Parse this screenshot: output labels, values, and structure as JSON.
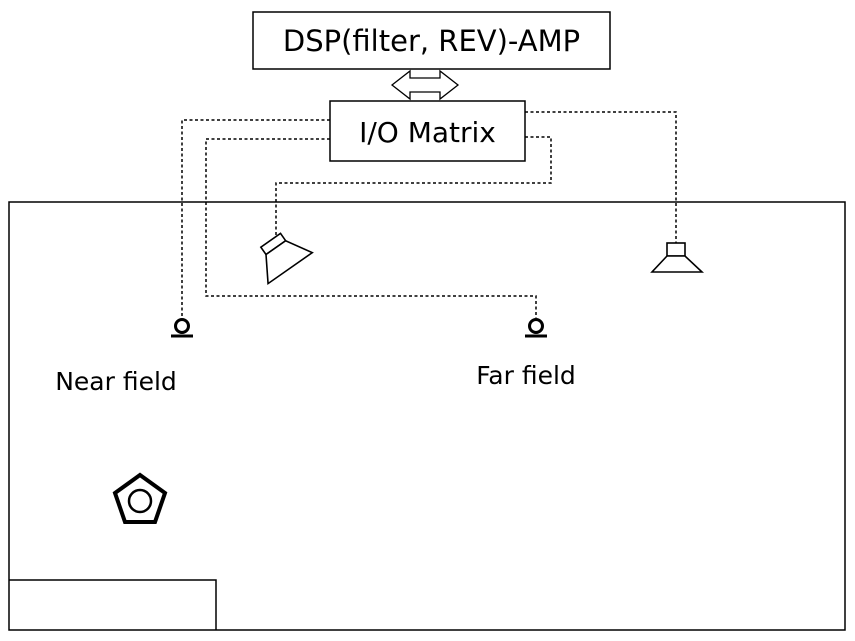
{
  "blocks": {
    "dsp_amp": "DSP(filter, REV)-AMP",
    "io_matrix": "I/O Matrix"
  },
  "labels": {
    "near_field": "Near field",
    "far_field": "Far field"
  },
  "colors": {
    "line": "#000000",
    "background": "#ffffff"
  },
  "icons": {
    "microphone": "microphone-icon",
    "speaker": "speaker-icon",
    "source": "pentagon-source-icon"
  }
}
